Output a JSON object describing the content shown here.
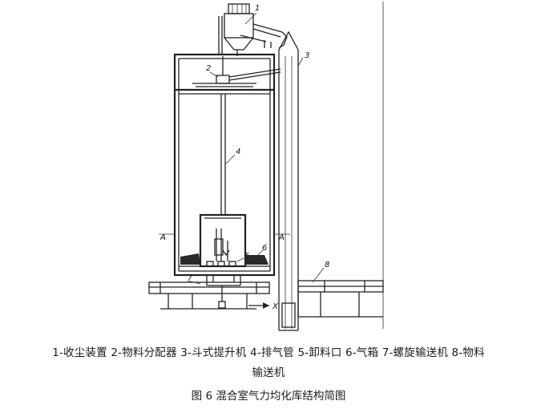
{
  "figure": {
    "callouts": [
      "1",
      "2",
      "3",
      "4",
      "5",
      "6",
      "7",
      "8"
    ],
    "section_marks": [
      "A",
      "A"
    ],
    "axis_mark": "X"
  },
  "legend": {
    "line1": "1-收尘装置 2-物料分配器 3-斗式提升机  4-排气管 5-卸料口 6-气箱  7-螺旋输送机 8-物料",
    "line2": "输送机"
  },
  "caption": "图 6 混合室气力均化库结构简图"
}
